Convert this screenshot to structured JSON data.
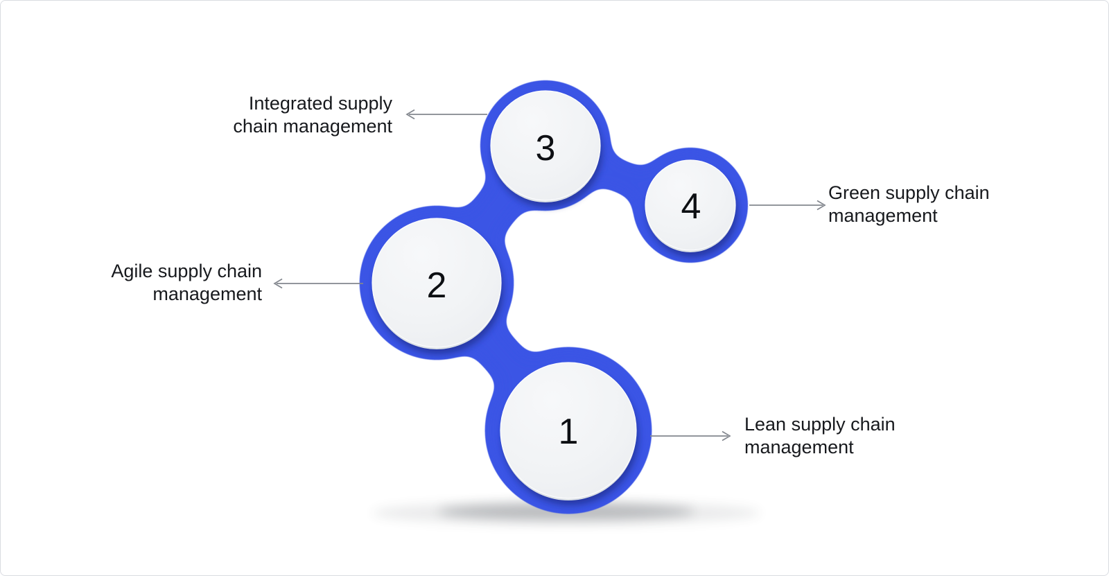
{
  "diagram": {
    "kind": "supply-chain-management-types-blob-diagram",
    "accent_color": "#3b54e5",
    "disc_fill_color": "#f1f3f5",
    "disc_shadow_color": "#16246f",
    "arrow_color": "#83878e",
    "text_color": "#17191d",
    "nodes": [
      {
        "number": "1",
        "label": "Lean supply chain management",
        "lines": [
          "Lean supply chain",
          "management"
        ],
        "label_side": "right"
      },
      {
        "number": "2",
        "label": "Agile supply chain management",
        "lines": [
          "Agile supply chain",
          "management"
        ],
        "label_side": "left"
      },
      {
        "number": "3",
        "label": "Integrated supply chain management",
        "lines": [
          "Integrated supply",
          "chain management"
        ],
        "label_side": "left"
      },
      {
        "number": "4",
        "label": "Green supply chain management",
        "lines": [
          "Green supply chain",
          "management"
        ],
        "label_side": "right"
      }
    ]
  }
}
